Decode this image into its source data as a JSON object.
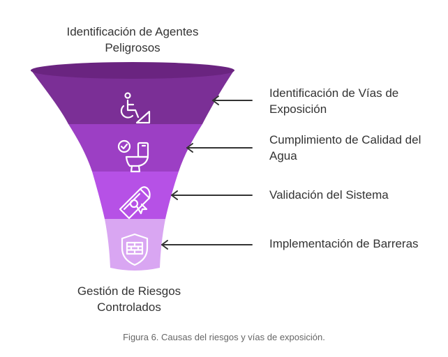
{
  "diagram": {
    "top_label": "Identificación de Agentes Peligrosos",
    "bottom_label": "Gestión de Riesgos Controlados",
    "stages": [
      {
        "label": "Identificación de Vías de Exposición",
        "icon": "accessibility-ramp-icon",
        "color": "#7b2f96"
      },
      {
        "label": "Cumplimiento de Calidad del Agua",
        "icon": "toilet-check-icon",
        "color": "#9c3fc4"
      },
      {
        "label": "Validación del Sistema",
        "icon": "diploma-icon",
        "color": "#b651e6"
      },
      {
        "label": "Implementación de Barreras",
        "icon": "brick-shield-icon",
        "color": "#d9a6f2"
      }
    ],
    "rim_color": "#6a2480"
  },
  "caption": "Figura 6.  Causas del riesgos y vías de exposición."
}
